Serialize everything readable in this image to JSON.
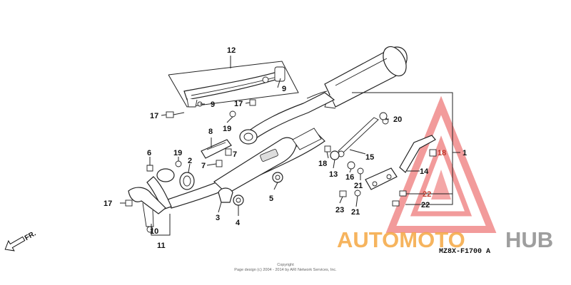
{
  "callouts": [
    {
      "id": "c12",
      "label": "12"
    },
    {
      "id": "c9a",
      "label": "9"
    },
    {
      "id": "c9b",
      "label": "9"
    },
    {
      "id": "c17a",
      "label": "17"
    },
    {
      "id": "c17b",
      "label": "17"
    },
    {
      "id": "c20",
      "label": "20"
    },
    {
      "id": "c19a",
      "label": "19"
    },
    {
      "id": "c8",
      "label": "8"
    },
    {
      "id": "c7a",
      "label": "7"
    },
    {
      "id": "c7b",
      "label": "7"
    },
    {
      "id": "c6",
      "label": "6"
    },
    {
      "id": "c19b",
      "label": "19"
    },
    {
      "id": "c2",
      "label": "2"
    },
    {
      "id": "c15",
      "label": "15"
    },
    {
      "id": "c18a",
      "label": "18"
    },
    {
      "id": "c18b",
      "label": "18"
    },
    {
      "id": "c1",
      "label": "1"
    },
    {
      "id": "c13",
      "label": "13"
    },
    {
      "id": "c16",
      "label": "16"
    },
    {
      "id": "c14",
      "label": "14"
    },
    {
      "id": "c5",
      "label": "5"
    },
    {
      "id": "c21a",
      "label": "21"
    },
    {
      "id": "c21b",
      "label": "21"
    },
    {
      "id": "c22a",
      "label": "22"
    },
    {
      "id": "c22b",
      "label": "22"
    },
    {
      "id": "c17c",
      "label": "17"
    },
    {
      "id": "c3",
      "label": "3"
    },
    {
      "id": "c4",
      "label": "4"
    },
    {
      "id": "c23",
      "label": "23"
    },
    {
      "id": "c10",
      "label": "10"
    },
    {
      "id": "c11",
      "label": "11"
    }
  ],
  "direction_label": "FR.",
  "diagram_code": "MZ8X-F1700 A",
  "watermark": {
    "word_orange": "AUTOMOTO",
    "word_gray": "HUB",
    "colors": {
      "triangle": "#f08a8a",
      "orange": "#f5a742",
      "gray": "#8d8d8d"
    }
  },
  "copyright": {
    "line1": "Copyright",
    "line2": "Page design (c) 2004 - 2014 by ARI Network Services, Inc."
  }
}
